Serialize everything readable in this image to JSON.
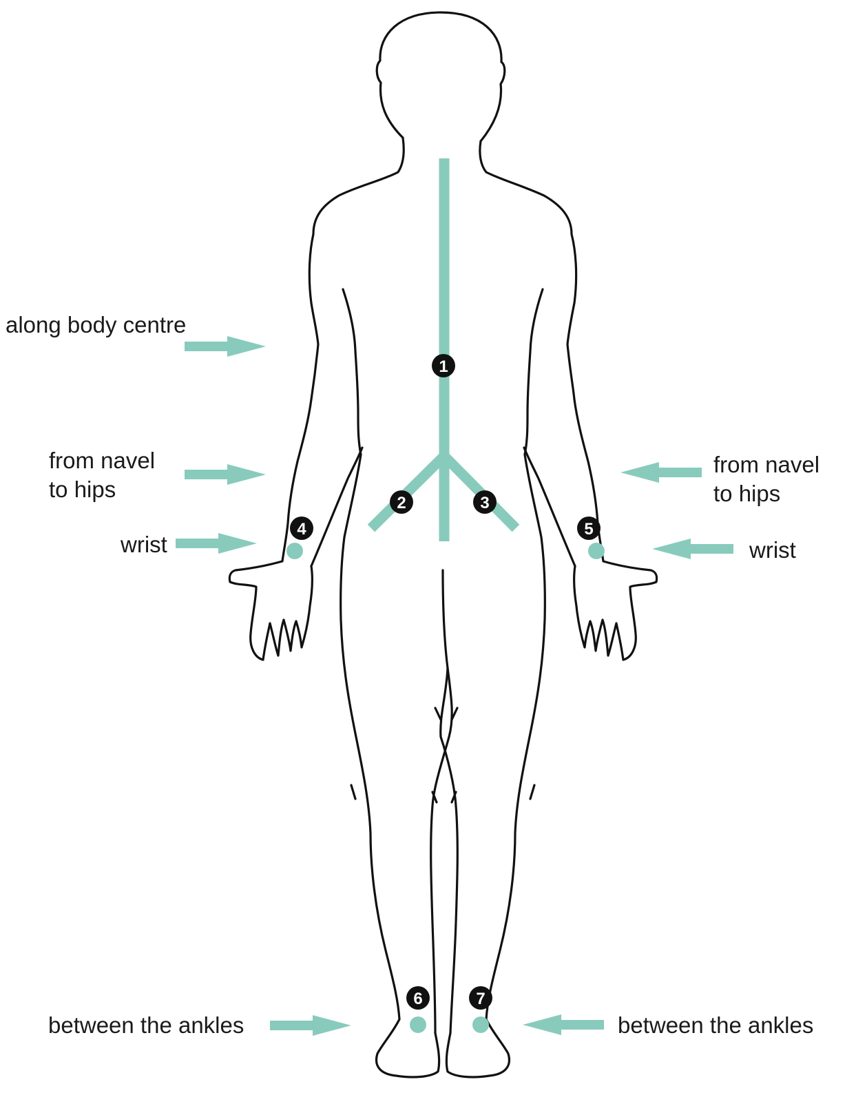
{
  "accent_color": "#88cbbd",
  "labels": {
    "along_body_centre": "along body centre",
    "navel_left_line1": "from navel",
    "navel_left_line2": "to hips",
    "navel_right_line1": "from navel",
    "navel_right_line2": "to hips",
    "wrist_left": "wrist",
    "wrist_right": "wrist",
    "ankles_left": "between the ankles",
    "ankles_right": "between the ankles"
  },
  "markers": [
    "1",
    "2",
    "3",
    "4",
    "5",
    "6",
    "7"
  ]
}
